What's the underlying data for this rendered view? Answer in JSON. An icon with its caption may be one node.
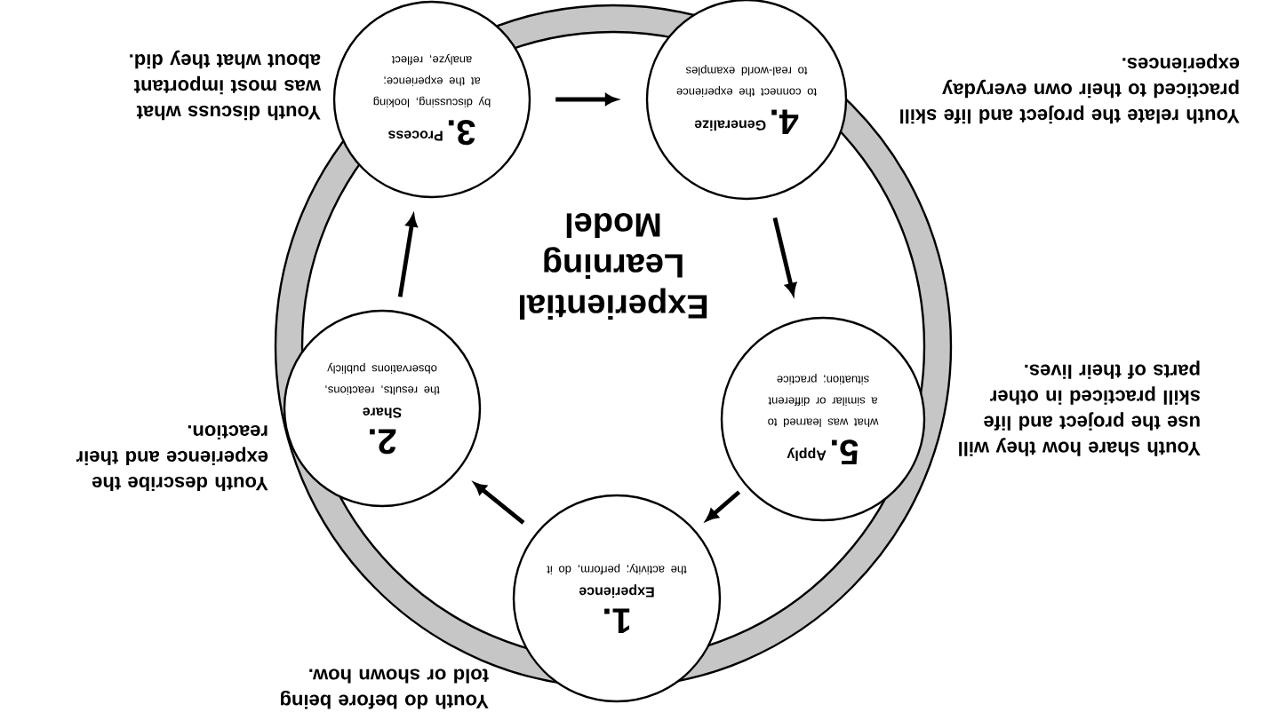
{
  "diagram": {
    "title": "Experiential Learning Model",
    "nodes": [
      {
        "text": [
          "1.",
          "Experience",
          "the activity; perform, do it"
        ],
        "beside": [
          "Youth do before being told or shown how."
        ]
      },
      {
        "text": [
          "2.",
          "Share",
          "the results, reactions, observations publicly"
        ],
        "beside": [
          "Youth describe the experience and their reaction."
        ]
      },
      {
        "text": [
          "3.",
          "Process",
          "by discussing, looking at the experience; analyze, reflect"
        ],
        "beside": [
          "Youth discuss what was most important about what they did."
        ]
      },
      {
        "text": [
          "4.",
          "Generalize",
          "to connect the experience to real-world examples"
        ],
        "beside": [
          "Youth relate the project and life skill practiced to their own everyday experiences."
        ]
      },
      {
        "text": [
          "5.",
          "Apply",
          "what was learned to a similar or different situation; practice"
        ],
        "beside": [
          "Youth share how they will use the project and life skill practiced in other parts of their lives."
        ]
      }
    ],
    "edges": [
      {
        "from": 0,
        "to": 1,
        "arrow": "to"
      },
      {
        "from": 1,
        "to": 2,
        "arrow": "to"
      },
      {
        "from": 2,
        "to": 3,
        "arrow": "to"
      },
      {
        "from": 3,
        "to": 4,
        "arrow": "to"
      },
      {
        "from": 4,
        "to": 0,
        "arrow": "to"
      }
    ]
  }
}
